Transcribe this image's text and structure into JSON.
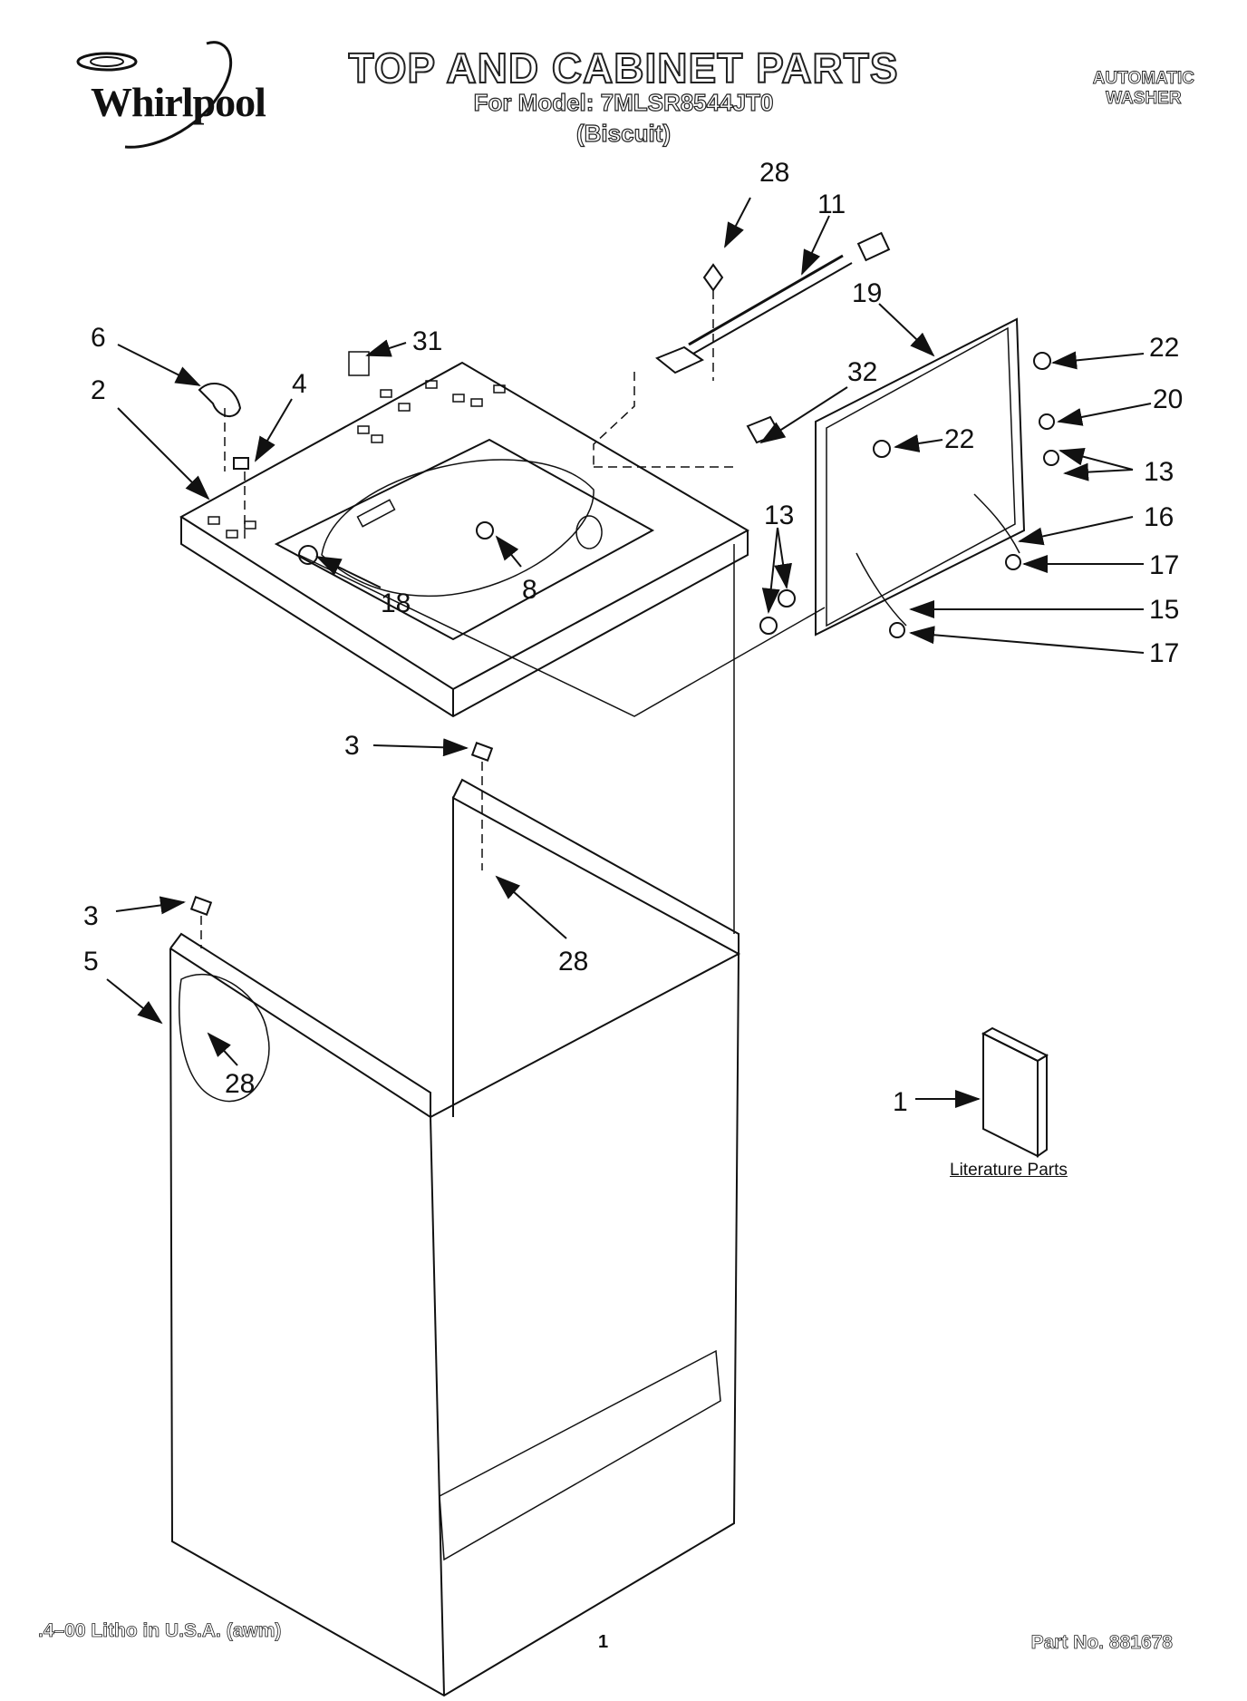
{
  "header": {
    "brand": "Whirlpool",
    "title": "TOP AND CABINET PARTS",
    "model_line": "For Model: 7MLSR8544JT0",
    "color_line": "(Biscuit)",
    "product_line1": "AUTOMATIC",
    "product_line2": "WASHER"
  },
  "callouts": {
    "c28_top": "28",
    "c11": "11",
    "c19": "19",
    "c6": "6",
    "c31": "31",
    "c2": "2",
    "c4": "4",
    "c32": "32",
    "c22_right": "22",
    "c20": "20",
    "c22_inner": "22",
    "c13_right": "13",
    "c16": "16",
    "c17_upper": "17",
    "c13_left": "13",
    "c15": "15",
    "c17_lower": "17",
    "c18": "18",
    "c8": "8",
    "c3_upper": "3",
    "c28_mid": "28",
    "c3_lower": "3",
    "c5": "5",
    "c28_lower": "28",
    "c1": "1"
  },
  "literature_label": "Literature Parts",
  "footer": {
    "left": ".4–00 Litho in U.S.A. (awm)",
    "page": "1",
    "part_no": "Part No. 881678"
  }
}
